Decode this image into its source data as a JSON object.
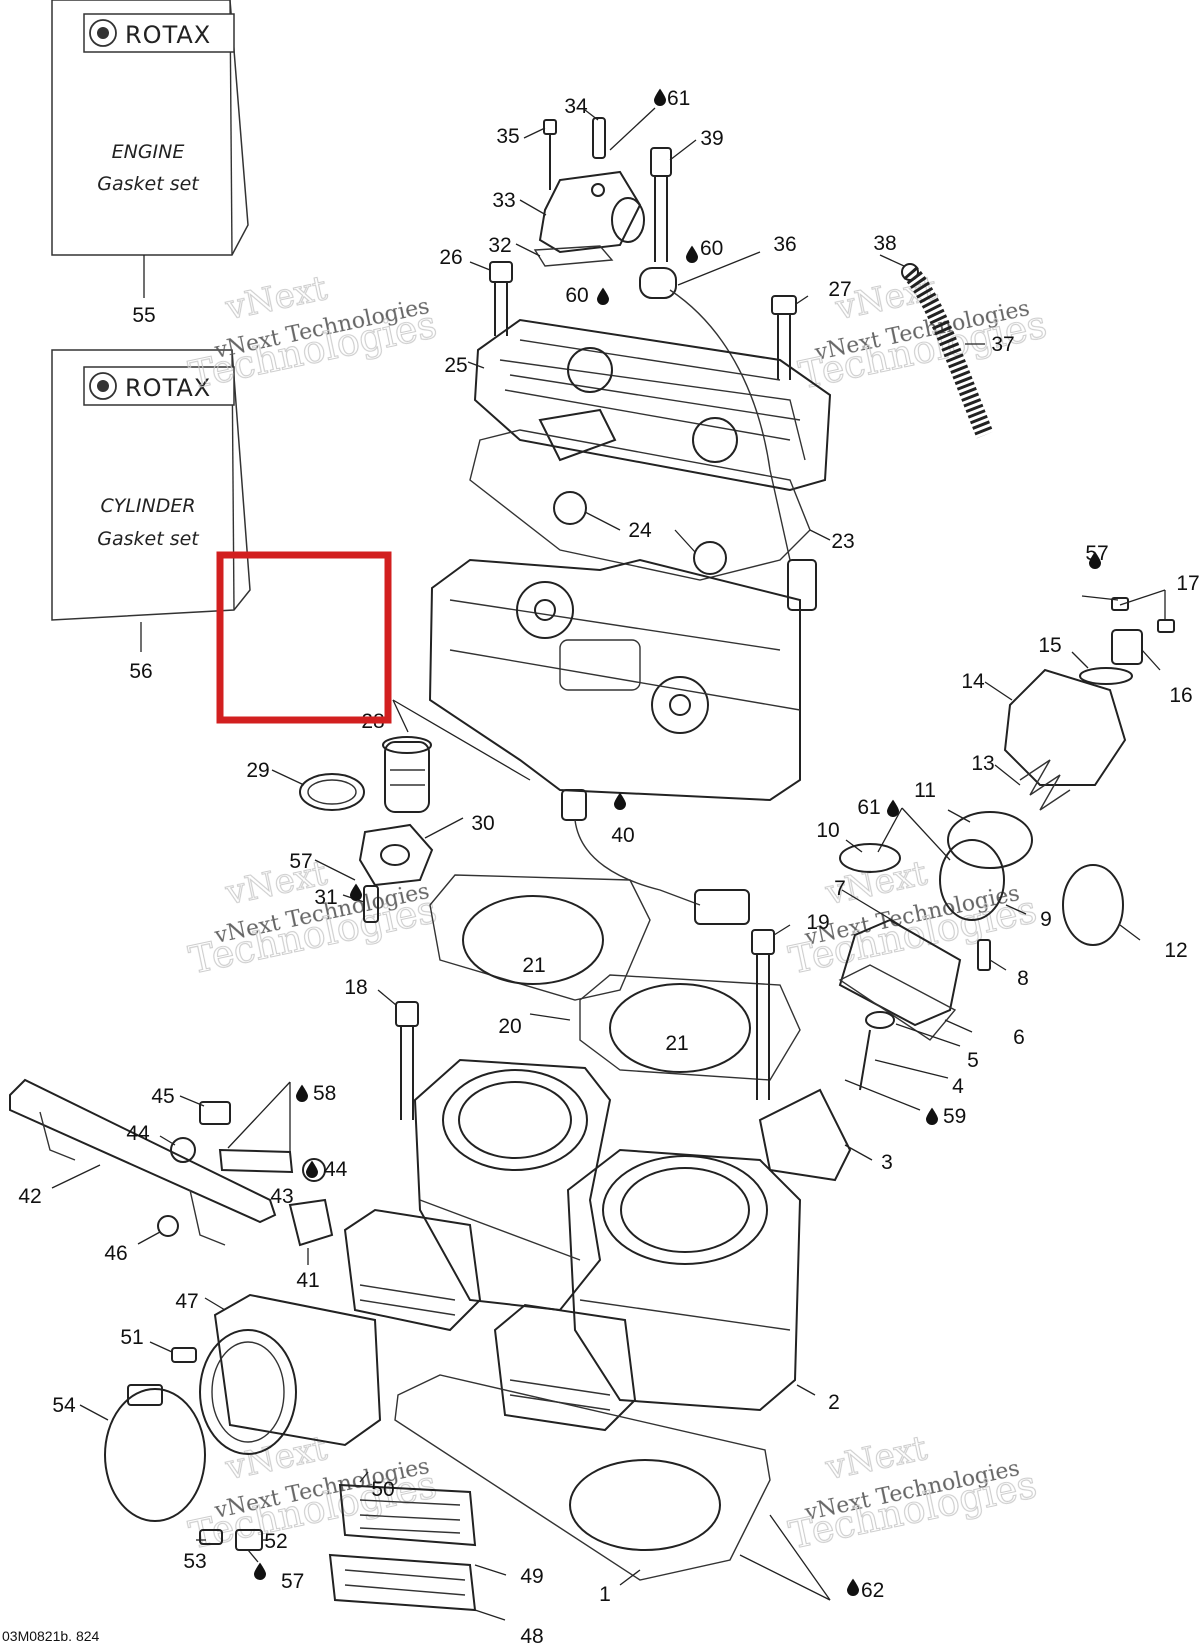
{
  "kits": [
    {
      "brand": "ROTAX",
      "line1": "ENGINE",
      "line2": "Gasket set",
      "number": "55"
    },
    {
      "brand": "ROTAX",
      "line1": "CYLINDER",
      "line2": "Gasket set",
      "number": "56"
    }
  ],
  "watermark": {
    "line1": "vNext",
    "line2": "vNext Technologies",
    "line3": "Technologies"
  },
  "drawing_code": "03M0821b. 824",
  "labels": {
    "n1": "1",
    "n2": "2",
    "n3": "3",
    "n4": "4",
    "n5": "5",
    "n6": "6",
    "n7": "7",
    "n8": "8",
    "n9": "9",
    "n10": "10",
    "n11": "11",
    "n12": "12",
    "n13": "13",
    "n14": "14",
    "n15": "15",
    "n16": "16",
    "n17": "17",
    "n18": "18",
    "n19": "19",
    "n20": "20",
    "n21a": "21",
    "n21b": "21",
    "n23": "23",
    "n24": "24",
    "n25": "25",
    "n26": "26",
    "n27": "27",
    "n28": "28",
    "n29": "29",
    "n30": "30",
    "n31": "31",
    "n32": "32",
    "n33": "33",
    "n34": "34",
    "n35": "35",
    "n36": "36",
    "n37": "37",
    "n38": "38",
    "n39": "39",
    "n40": "40",
    "n41": "41",
    "n42": "42",
    "n43": "43",
    "n44a": "44",
    "n44b": "44",
    "n45": "45",
    "n46": "46",
    "n47": "47",
    "n48": "48",
    "n49": "49",
    "n50": "50",
    "n51": "51",
    "n52": "52",
    "n53": "53",
    "n54": "54",
    "n57a": "57",
    "n57b": "57",
    "n57c": "57",
    "n58": "58",
    "n59": "59",
    "n60a": "60",
    "n60b": "60",
    "n61a": "61",
    "n61b": "61",
    "n62": "62"
  },
  "colors": {
    "highlight": "#d21f1f",
    "line": "#222222"
  },
  "icons": [
    "drop-icon"
  ]
}
